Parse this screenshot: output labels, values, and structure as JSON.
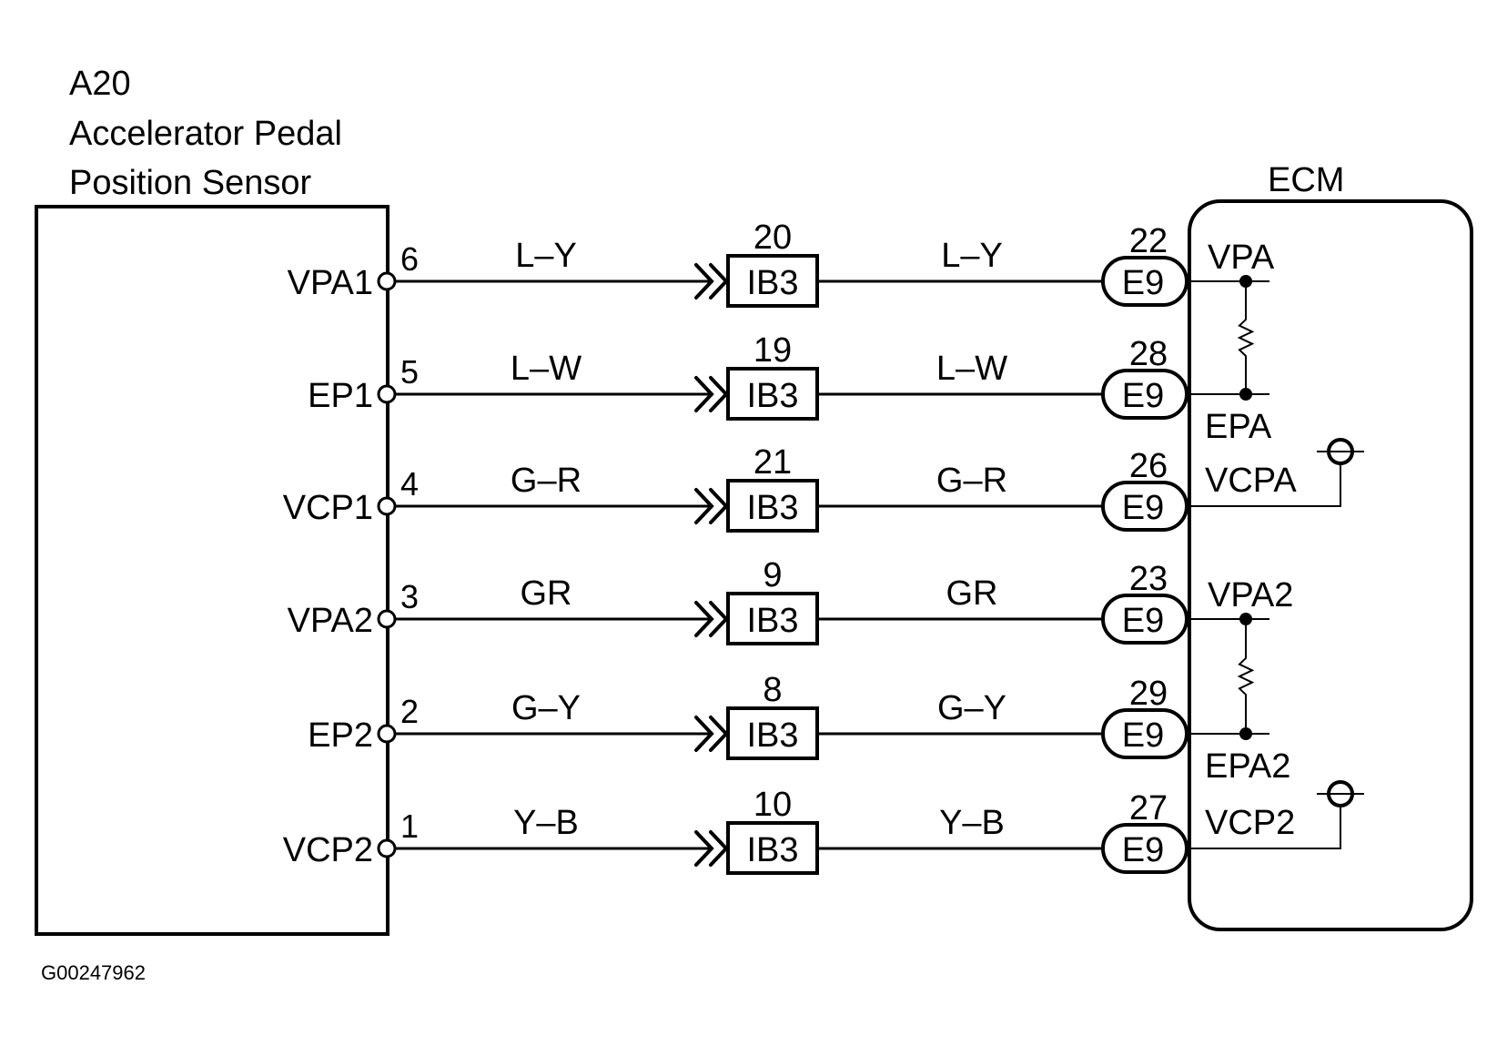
{
  "sensor": {
    "code": "A20",
    "name_line1": "Accelerator Pedal",
    "name_line2": "Position Sensor"
  },
  "ecm": {
    "label": "ECM"
  },
  "figure_id": "G00247962",
  "wires": [
    {
      "sensor_pin_name": "VPA1",
      "sensor_pin": "6",
      "color": "L–Y",
      "junction_pin": "20",
      "junction": "IB3",
      "ecm_pin": "22",
      "ecm_connector": "E9",
      "ecm_terminal": "VPA"
    },
    {
      "sensor_pin_name": "EP1",
      "sensor_pin": "5",
      "color": "L–W",
      "junction_pin": "19",
      "junction": "IB3",
      "ecm_pin": "28",
      "ecm_connector": "E9",
      "ecm_terminal": "EPA"
    },
    {
      "sensor_pin_name": "VCP1",
      "sensor_pin": "4",
      "color": "G–R",
      "junction_pin": "21",
      "junction": "IB3",
      "ecm_pin": "26",
      "ecm_connector": "E9",
      "ecm_terminal": "VCPA"
    },
    {
      "sensor_pin_name": "VPA2",
      "sensor_pin": "3",
      "color": "GR",
      "junction_pin": "9",
      "junction": "IB3",
      "ecm_pin": "23",
      "ecm_connector": "E9",
      "ecm_terminal": "VPA2"
    },
    {
      "sensor_pin_name": "EP2",
      "sensor_pin": "2",
      "color": "G–Y",
      "junction_pin": "8",
      "junction": "IB3",
      "ecm_pin": "29",
      "ecm_connector": "E9",
      "ecm_terminal": "EPA2"
    },
    {
      "sensor_pin_name": "VCP2",
      "sensor_pin": "1",
      "color": "Y–B",
      "junction_pin": "10",
      "junction": "IB3",
      "ecm_pin": "27",
      "ecm_connector": "E9",
      "ecm_terminal": "VCP2"
    }
  ],
  "ecm_internal": {
    "resistors": [
      {
        "between": [
          "VPA",
          "EPA"
        ]
      },
      {
        "between": [
          "VPA2",
          "EPA2"
        ]
      }
    ],
    "reference_supplies": [
      {
        "terminal": "VCPA",
        "symbol": "constant-voltage-icon"
      },
      {
        "terminal": "VCP2",
        "symbol": "constant-voltage-icon"
      }
    ]
  }
}
